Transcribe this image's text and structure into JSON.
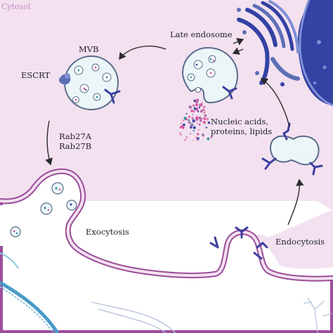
{
  "labels": {
    "cytosol": "Cytosol",
    "late_endosome": "Late endosome",
    "mvb": "MVB",
    "escrt": "ESCRT",
    "rab27a": "Rab27A",
    "rab27b": "Rab27B",
    "cargo_line1": "Nucleic acids,",
    "cargo_line2": "proteins, lipids",
    "exocytosis": "Exocytosis",
    "endocytosis": "Endocytosis"
  },
  "colors": {
    "cytosol_fill": "#f3e1f0",
    "membrane_outline": "#9b4d9a",
    "cytosol_label": "#c98bc2",
    "vesicle_fill": "#ecf6f8",
    "vesicle_stroke": "#5a6b8a",
    "receptor": "#3c3f9e",
    "escrt": "#5b6fb5",
    "cargo_pink": "#d6579a",
    "cargo_teal": "#2f8f9f",
    "organelle_blue": "#3342a3",
    "organelle_light": "#7f8fd6",
    "outside_fill": "#ffffff",
    "cytoskeleton": "#4a9bc7"
  },
  "icons": [
    "golgi-icon",
    "nucleus-icon",
    "escrt-icon",
    "receptor-icon",
    "cytoskeleton-icon",
    "intraluminal-vesicle-icon"
  ]
}
